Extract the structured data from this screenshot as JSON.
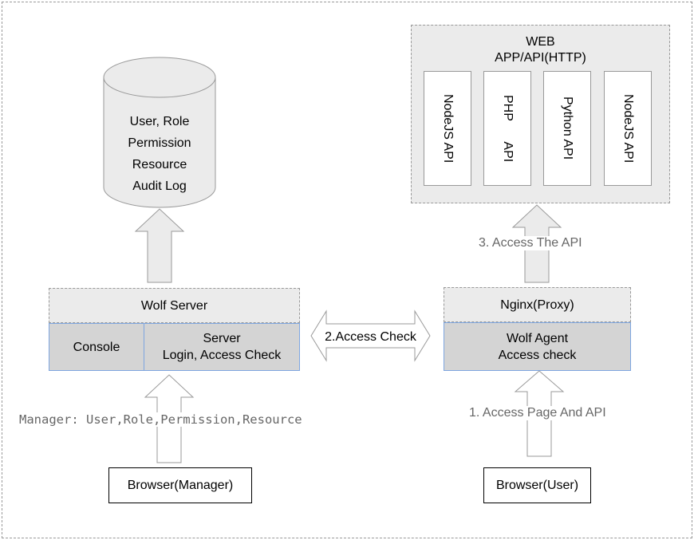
{
  "database": {
    "lines": [
      "User, Role",
      "Permission",
      "Resource",
      "Audit Log"
    ]
  },
  "web": {
    "title_line1": "WEB",
    "title_line2": "APP/API(HTTP)",
    "apis": [
      "NodeJS API",
      "PHP      API",
      "Python API",
      "NodeJS API"
    ]
  },
  "wolf_server": {
    "title": "Wolf Server",
    "console": "Console",
    "server_line1": "Server",
    "server_line2": "Login, Access Check"
  },
  "nginx": {
    "title": "Nginx(Proxy)",
    "agent_line1": "Wolf Agent",
    "agent_line2": "Access check"
  },
  "labels": {
    "access_check": "2.Access Check",
    "access_api": "3. Access The API",
    "access_page": "1. Access Page And API",
    "manager": "Manager: User,Role,Permission,Resource"
  },
  "browsers": {
    "manager": "Browser(Manager)",
    "user": "Browser(User)"
  },
  "colors": {
    "fill_light": "#EBEBEB",
    "fill_gray": "#D4D4D4",
    "blue_border": "#7EA6E0",
    "arrow_fill": "#EBEBEB",
    "dash": "#999999"
  }
}
